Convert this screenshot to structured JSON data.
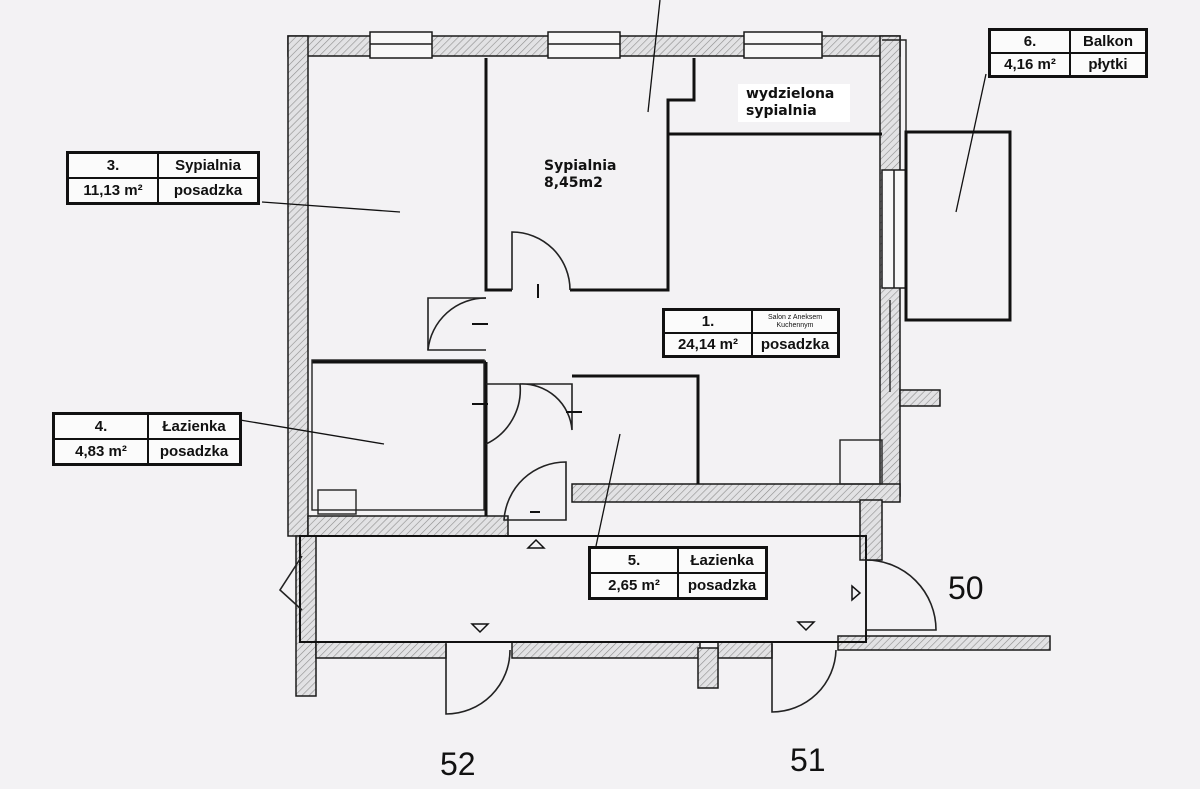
{
  "rooms": [
    {
      "no": "1.",
      "name": "Salon z Aneksem Kuchennym",
      "area": "24,14 m²",
      "floor": "posadzka"
    },
    {
      "no": "3.",
      "name": "Sypialnia",
      "area": "11,13 m²",
      "floor": "posadzka"
    },
    {
      "no": "4.",
      "name": "Łazienka",
      "area": "4,83 m²",
      "floor": "posadzka"
    },
    {
      "no": "5.",
      "name": "Łazienka",
      "area": "2,65 m²",
      "floor": "posadzka"
    },
    {
      "no": "6.",
      "name": "Balkon",
      "area": "4,16 m²",
      "floor": "płytki"
    }
  ],
  "annotations": {
    "bedroom_line1": "Sypialnia",
    "bedroom_line2": "8,45m2",
    "separated_line1": "wydzielona",
    "separated_line2": "sypialnia"
  },
  "unit_numbers": {
    "a": "50",
    "b": "51",
    "c": "52"
  },
  "colors": {
    "wall": "#1a1a1a",
    "background": "#f3f2f4",
    "hatch": "#9a9a9a"
  }
}
